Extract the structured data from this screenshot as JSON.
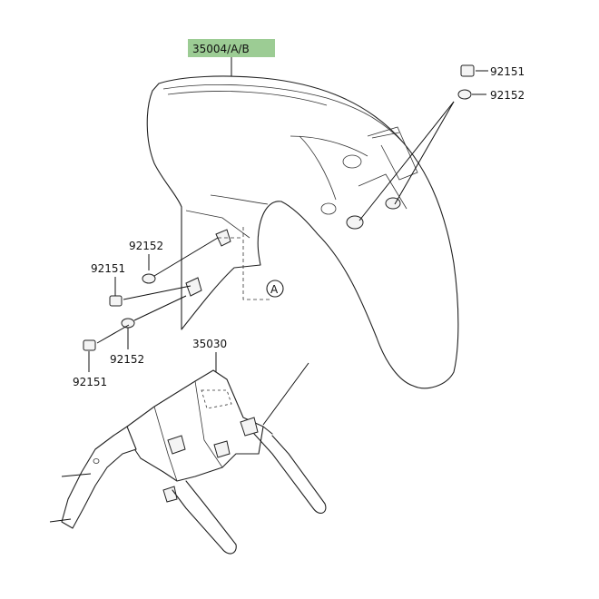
{
  "labels": {
    "fender_part": "35004/A/B",
    "inner_fender_part": "35030",
    "bolt": "92151",
    "washer": "92152",
    "ref_marker": "A"
  },
  "colors": {
    "highlight_box": "#9ccc94",
    "line": "#222222"
  }
}
